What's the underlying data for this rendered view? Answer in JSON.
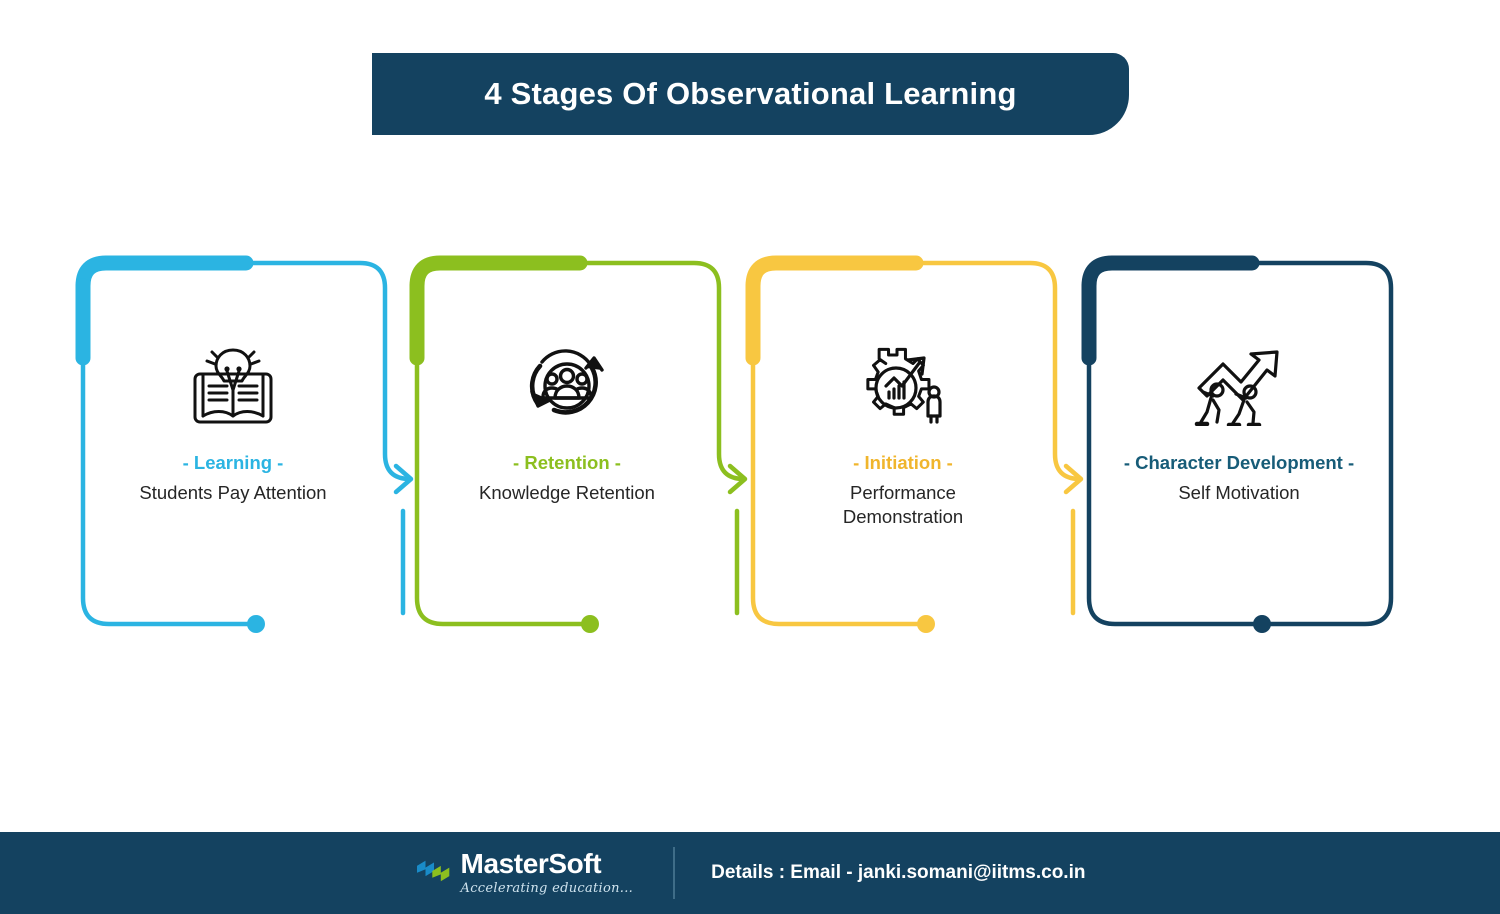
{
  "title": {
    "text": "4 Stages Of Observational Learning",
    "background": "#144260",
    "color": "#ffffff"
  },
  "stages": [
    {
      "label": "- Learning -",
      "description": "Students Pay Attention",
      "color": "#2BB4E2",
      "icon": "book-lightbulb-icon"
    },
    {
      "label": "- Retention -",
      "description": "Knowledge Retention",
      "color": "#8CBF1F",
      "icon": "people-cycle-icon"
    },
    {
      "label": "- Initiation -",
      "description": "Performance Demonstration",
      "color": "#F8C741",
      "icon": "gear-growth-icon"
    },
    {
      "label": "- Character Development -",
      "description": "Self Motivation",
      "color": "#144260",
      "icon": "people-arrow-up-icon"
    }
  ],
  "footer": {
    "brand_name": "MasterSoft",
    "brand_tagline": "Accelerating education...",
    "details": "Details : Email - janki.somani@iitms.co.in",
    "background": "#144260"
  }
}
